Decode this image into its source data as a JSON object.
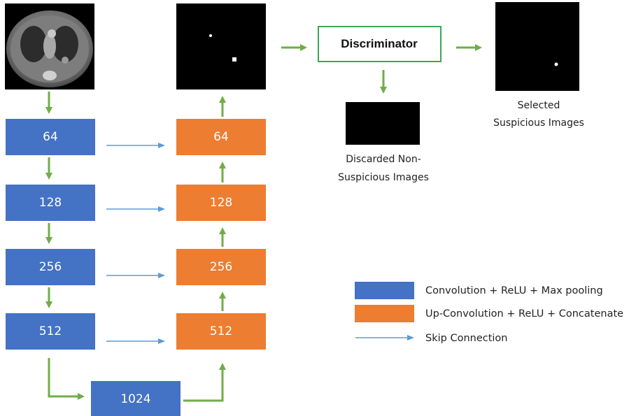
{
  "colors": {
    "encoder": "#4472c4",
    "decoder": "#ed7d31",
    "flow_arrow": "#70ad47",
    "skip_arrow": "#5b9bd5",
    "discriminator_border": "#3aa757"
  },
  "input_image": {
    "icon": "ct-scan-image"
  },
  "mask_image": {
    "icon": "segmentation-mask-image"
  },
  "encoder": {
    "blocks": [
      {
        "label": "64"
      },
      {
        "label": "128"
      },
      {
        "label": "256"
      },
      {
        "label": "512"
      }
    ]
  },
  "bottleneck": {
    "label": "1024"
  },
  "decoder": {
    "blocks": [
      {
        "label": "64"
      },
      {
        "label": "128"
      },
      {
        "label": "256"
      },
      {
        "label": "512"
      }
    ]
  },
  "discriminator": {
    "label": "Discriminator"
  },
  "discarded": {
    "line1": "Discarded Non-",
    "line2": "Suspicious Images"
  },
  "selected": {
    "line1": "Selected",
    "line2": "Suspicious Images"
  },
  "legend": {
    "encoder_label": "Convolution + ReLU + Max pooling",
    "decoder_label": "Up-Convolution + ReLU + Concatenate",
    "skip_label": "Skip Connection"
  }
}
